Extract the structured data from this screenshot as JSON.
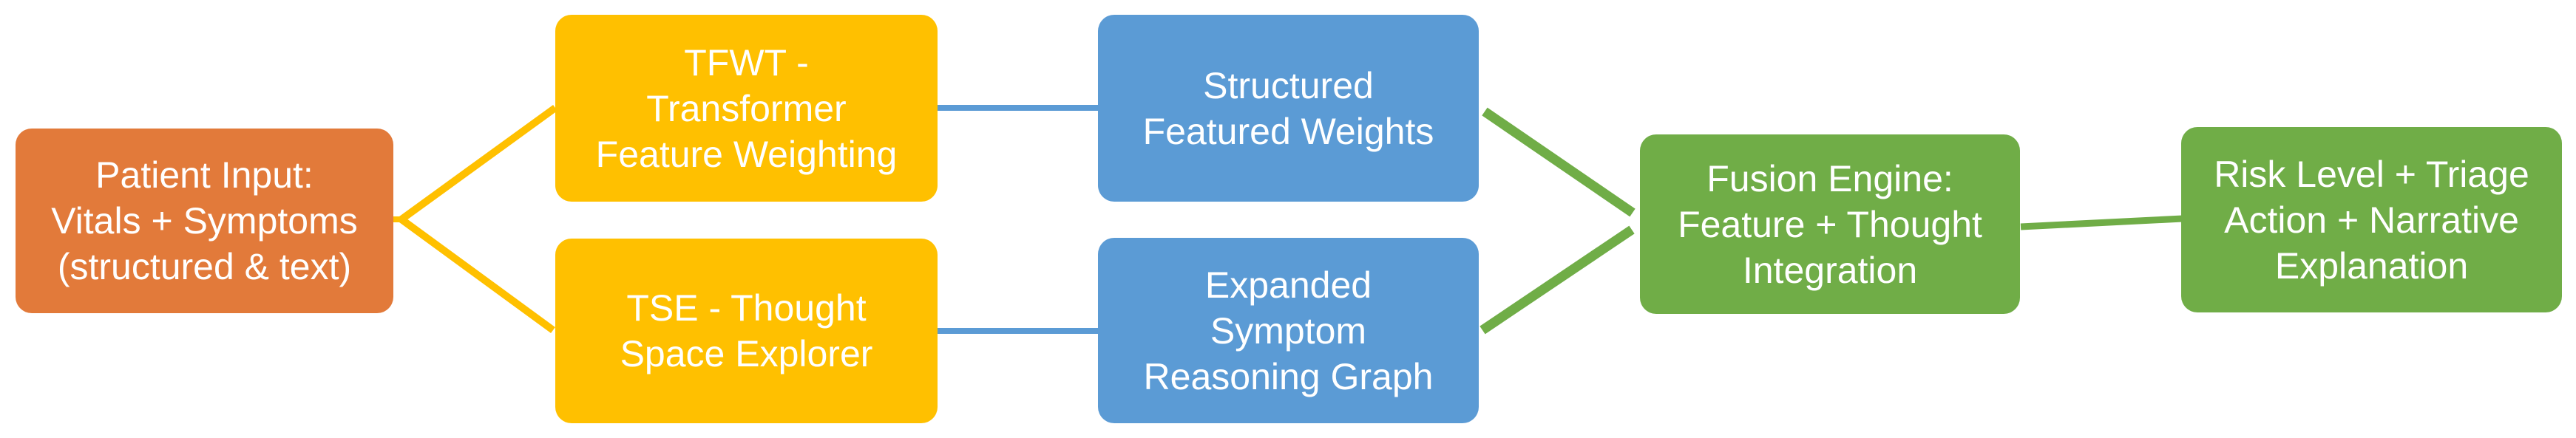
{
  "diagram": {
    "description": "Triage pipeline flowchart",
    "nodes": [
      {
        "id": "patient-input",
        "label": "Patient Input:\nVitals + Symptoms\n(structured & text)",
        "color_key": "orange"
      },
      {
        "id": "tfwt",
        "label": "TFWT -\nTransformer\nFeature Weighting",
        "color_key": "yellow"
      },
      {
        "id": "tse",
        "label": "TSE - Thought\nSpace Explorer",
        "color_key": "yellow"
      },
      {
        "id": "structured-weights",
        "label": "Structured\nFeatured Weights",
        "color_key": "blue"
      },
      {
        "id": "symptom-graph",
        "label": "Expanded\nSymptom\nReasoning Graph",
        "color_key": "blue"
      },
      {
        "id": "fusion-engine",
        "label": "Fusion Engine:\nFeature + Thought\nIntegration",
        "color_key": "green"
      },
      {
        "id": "output",
        "label": "Risk Level + Triage\nAction + Narrative\nExplanation",
        "color_key": "green"
      }
    ],
    "edges": [
      {
        "from": "patient-input",
        "to": "tfwt",
        "color_key": "yellow"
      },
      {
        "from": "patient-input",
        "to": "tse",
        "color_key": "yellow"
      },
      {
        "from": "tfwt",
        "to": "structured-weights",
        "color_key": "blue"
      },
      {
        "from": "tse",
        "to": "symptom-graph",
        "color_key": "blue"
      },
      {
        "from": "structured-weights",
        "to": "fusion-engine",
        "color_key": "green"
      },
      {
        "from": "symptom-graph",
        "to": "fusion-engine",
        "color_key": "green"
      },
      {
        "from": "fusion-engine",
        "to": "output",
        "color_key": "green"
      }
    ]
  },
  "colors": {
    "background": "#FFFFFF",
    "orange": "#E27A3A",
    "yellow": "#FFC000",
    "blue": "#5B9BD5",
    "green": "#70AD47",
    "text": "#FFFFFF"
  }
}
